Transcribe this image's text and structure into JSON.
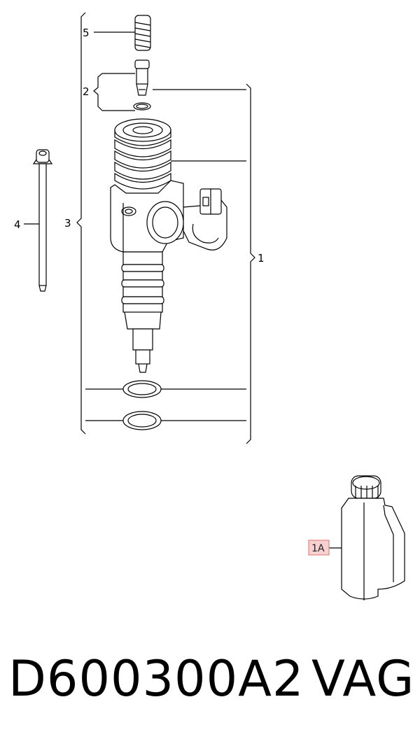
{
  "callouts": {
    "c1": "1",
    "c2": "2",
    "c3": "3",
    "c4": "4",
    "c5": "5",
    "c1a": "1A"
  },
  "caption": {
    "part_number": "D600300A2",
    "brand": "VAG"
  },
  "colors": {
    "line": "#000000",
    "highlight_fill": "#f7d0d0",
    "highlight_stroke": "#e07070"
  }
}
